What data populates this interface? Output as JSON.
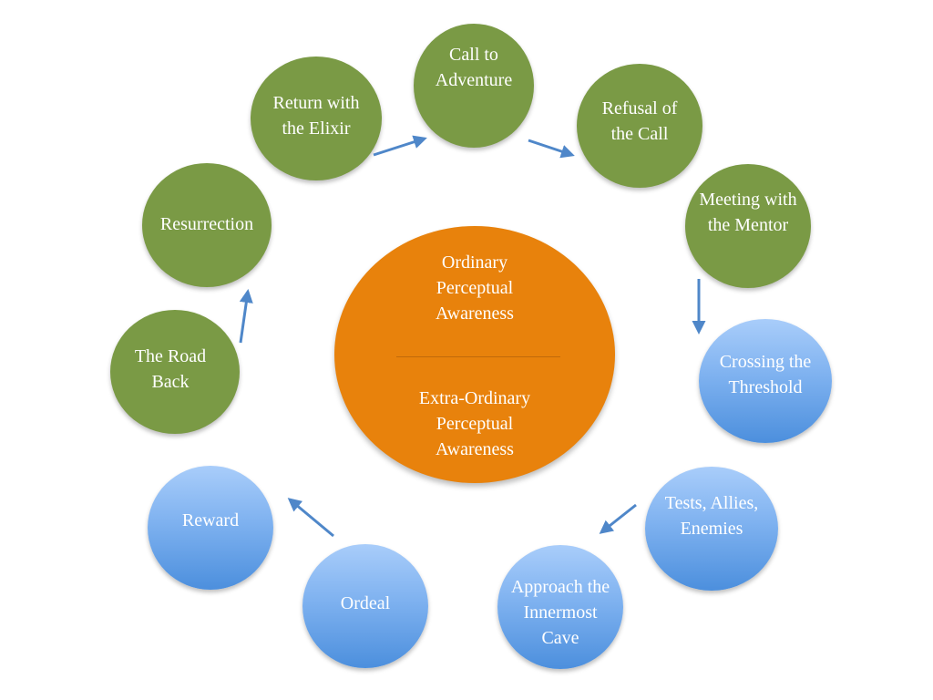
{
  "stages": [
    {
      "id": "call-to-adventure",
      "label": "Call to\nAdventure",
      "color": "green"
    },
    {
      "id": "refusal-of-the-call",
      "label": "Refusal of\nthe Call",
      "color": "green"
    },
    {
      "id": "meeting-with-the-mentor",
      "label": "Meeting with\nthe Mentor",
      "color": "green"
    },
    {
      "id": "crossing-the-threshold",
      "label": "Crossing the\nThreshold",
      "color": "blue"
    },
    {
      "id": "tests-allies-enemies",
      "label": "Tests, Allies,\nEnemies",
      "color": "blue"
    },
    {
      "id": "approach-the-innermost-cave",
      "label": "Approach the\nInnermost\nCave",
      "color": "blue"
    },
    {
      "id": "ordeal",
      "label": "Ordeal",
      "color": "blue"
    },
    {
      "id": "reward",
      "label": "Reward",
      "color": "blue"
    },
    {
      "id": "the-road-back",
      "label": "The Road\nBack",
      "color": "green"
    },
    {
      "id": "resurrection",
      "label": "Resurrection",
      "color": "green"
    },
    {
      "id": "return-with-the-elixir",
      "label": "Return with\nthe Elixir",
      "color": "green"
    }
  ],
  "center": {
    "top_label": "Ordinary\nPerceptual\nAwareness",
    "bottom_label": "Extra-Ordinary\nPerceptual\nAwareness"
  },
  "colors": {
    "green": "#7a9a45",
    "blue": "#7fb2f0",
    "orange": "#e8820c",
    "arrow": "#4f87c9"
  }
}
